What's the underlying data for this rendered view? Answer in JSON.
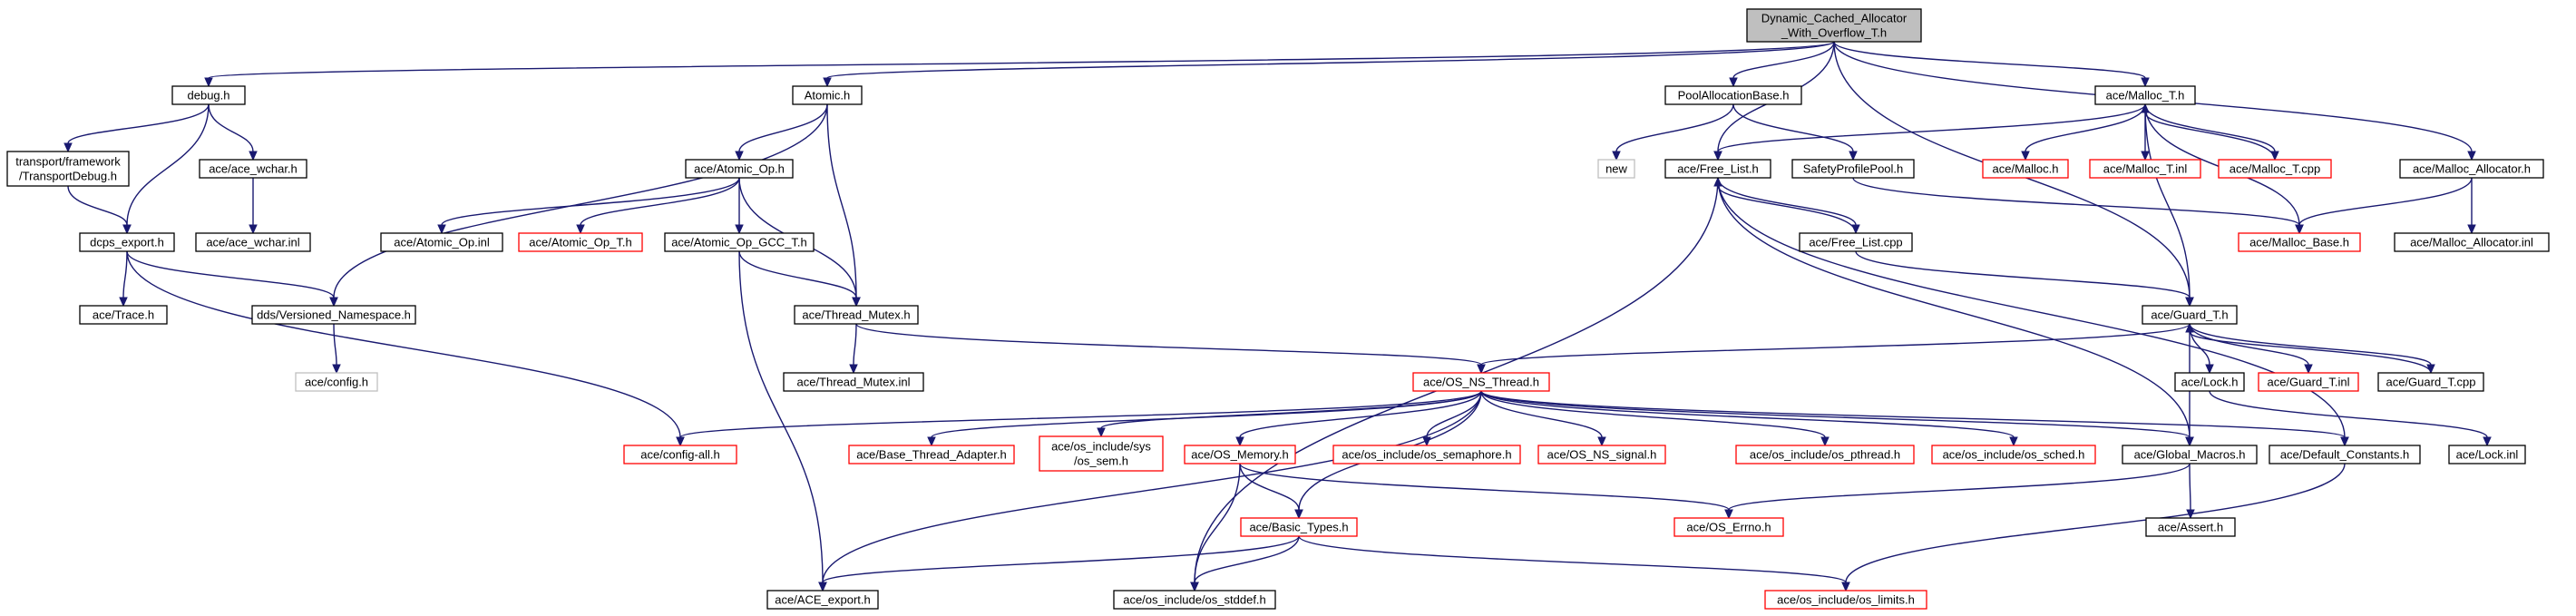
{
  "colors": {
    "edge": "#191970",
    "root_fill": "#bfbfbf",
    "node_fill": "#ffffff",
    "border_normal": "#000000",
    "border_truncated": "#ff0000",
    "border_external": "#bfbfbf"
  },
  "nodes": [
    {
      "id": "root",
      "lines": [
        "Dynamic_Cached_Allocator",
        "_With_Overflow_T.h"
      ],
      "style": "root"
    },
    {
      "id": "debug_h",
      "lines": [
        "debug.h"
      ],
      "style": "normal"
    },
    {
      "id": "atomic_h",
      "lines": [
        "Atomic.h"
      ],
      "style": "normal"
    },
    {
      "id": "poolalloc",
      "lines": [
        "PoolAllocationBase.h"
      ],
      "style": "normal"
    },
    {
      "id": "malloc_t_h",
      "lines": [
        "ace/Malloc_T.h"
      ],
      "style": "normal"
    },
    {
      "id": "transport_debug",
      "lines": [
        "transport/framework",
        "/TransportDebug.h"
      ],
      "style": "normal"
    },
    {
      "id": "ace_wchar_h",
      "lines": [
        "ace/ace_wchar.h"
      ],
      "style": "normal"
    },
    {
      "id": "atomic_op_h",
      "lines": [
        "ace/Atomic_Op.h"
      ],
      "style": "normal"
    },
    {
      "id": "new",
      "lines": [
        "new"
      ],
      "style": "external"
    },
    {
      "id": "free_list_h",
      "lines": [
        "ace/Free_List.h"
      ],
      "style": "normal"
    },
    {
      "id": "safety_pool",
      "lines": [
        "SafetyProfilePool.h"
      ],
      "style": "normal"
    },
    {
      "id": "malloc_h",
      "lines": [
        "ace/Malloc.h"
      ],
      "style": "truncated"
    },
    {
      "id": "malloc_t_inl",
      "lines": [
        "ace/Malloc_T.inl"
      ],
      "style": "truncated"
    },
    {
      "id": "malloc_t_cpp",
      "lines": [
        "ace/Malloc_T.cpp"
      ],
      "style": "truncated"
    },
    {
      "id": "malloc_allocator_h",
      "lines": [
        "ace/Malloc_Allocator.h"
      ],
      "style": "normal"
    },
    {
      "id": "ace_wchar_inl",
      "lines": [
        "ace/ace_wchar.inl"
      ],
      "style": "normal"
    },
    {
      "id": "dcps_export",
      "lines": [
        "dcps_export.h"
      ],
      "style": "normal"
    },
    {
      "id": "atomic_op_inl",
      "lines": [
        "ace/Atomic_Op.inl"
      ],
      "style": "normal"
    },
    {
      "id": "atomic_op_t_h",
      "lines": [
        "ace/Atomic_Op_T.h"
      ],
      "style": "truncated"
    },
    {
      "id": "atomic_op_gcc",
      "lines": [
        "ace/Atomic_Op_GCC_T.h"
      ],
      "style": "normal"
    },
    {
      "id": "free_list_cpp",
      "lines": [
        "ace/Free_List.cpp"
      ],
      "style": "normal"
    },
    {
      "id": "malloc_base",
      "lines": [
        "ace/Malloc_Base.h"
      ],
      "style": "truncated"
    },
    {
      "id": "malloc_allocator_inl",
      "lines": [
        "ace/Malloc_Allocator.inl"
      ],
      "style": "normal"
    },
    {
      "id": "trace_h",
      "lines": [
        "ace/Trace.h"
      ],
      "style": "normal"
    },
    {
      "id": "versioned_ns",
      "lines": [
        "dds/Versioned_Namespace.h"
      ],
      "style": "normal"
    },
    {
      "id": "thread_mutex_h",
      "lines": [
        "ace/Thread_Mutex.h"
      ],
      "style": "normal"
    },
    {
      "id": "guard_t_h",
      "lines": [
        "ace/Guard_T.h"
      ],
      "style": "normal"
    },
    {
      "id": "ace_config",
      "lines": [
        "ace/config.h"
      ],
      "style": "external"
    },
    {
      "id": "thread_mutex_inl",
      "lines": [
        "ace/Thread_Mutex.inl"
      ],
      "style": "normal"
    },
    {
      "id": "os_ns_thread",
      "lines": [
        "ace/OS_NS_Thread.h"
      ],
      "style": "truncated"
    },
    {
      "id": "lock_h",
      "lines": [
        "ace/Lock.h"
      ],
      "style": "normal"
    },
    {
      "id": "guard_t_inl",
      "lines": [
        "ace/Guard_T.inl"
      ],
      "style": "truncated"
    },
    {
      "id": "guard_t_cpp",
      "lines": [
        "ace/Guard_T.cpp"
      ],
      "style": "normal"
    },
    {
      "id": "lock_inl",
      "lines": [
        "ace/Lock.inl"
      ],
      "style": "normal"
    },
    {
      "id": "config_all",
      "lines": [
        "ace/config-all.h"
      ],
      "style": "truncated"
    },
    {
      "id": "base_thread_adapter",
      "lines": [
        "ace/Base_Thread_Adapter.h"
      ],
      "style": "truncated"
    },
    {
      "id": "os_sem",
      "lines": [
        "ace/os_include/sys",
        "/os_sem.h"
      ],
      "style": "truncated"
    },
    {
      "id": "os_memory",
      "lines": [
        "ace/OS_Memory.h"
      ],
      "style": "truncated"
    },
    {
      "id": "os_semaphore",
      "lines": [
        "ace/os_include/os_semaphore.h"
      ],
      "style": "truncated"
    },
    {
      "id": "os_ns_signal",
      "lines": [
        "ace/OS_NS_signal.h"
      ],
      "style": "truncated"
    },
    {
      "id": "os_pthread",
      "lines": [
        "ace/os_include/os_pthread.h"
      ],
      "style": "truncated"
    },
    {
      "id": "os_sched",
      "lines": [
        "ace/os_include/os_sched.h"
      ],
      "style": "truncated"
    },
    {
      "id": "global_macros",
      "lines": [
        "ace/Global_Macros.h"
      ],
      "style": "normal"
    },
    {
      "id": "default_constants",
      "lines": [
        "ace/Default_Constants.h"
      ],
      "style": "normal"
    },
    {
      "id": "basic_types",
      "lines": [
        "ace/Basic_Types.h"
      ],
      "style": "truncated"
    },
    {
      "id": "os_errno",
      "lines": [
        "ace/OS_Errno.h"
      ],
      "style": "truncated"
    },
    {
      "id": "ace_assert",
      "lines": [
        "ace/Assert.h"
      ],
      "style": "normal"
    },
    {
      "id": "ace_export",
      "lines": [
        "ace/ACE_export.h"
      ],
      "style": "normal"
    },
    {
      "id": "os_stddef",
      "lines": [
        "ace/os_include/os_stddef.h"
      ],
      "style": "normal"
    },
    {
      "id": "os_limits",
      "lines": [
        "ace/os_include/os_limits.h"
      ],
      "style": "truncated"
    }
  ],
  "edges": [
    [
      "root",
      "debug_h"
    ],
    [
      "root",
      "atomic_h"
    ],
    [
      "root",
      "poolalloc"
    ],
    [
      "root",
      "malloc_t_h"
    ],
    [
      "root",
      "free_list_h"
    ],
    [
      "root",
      "malloc_allocator_h"
    ],
    [
      "root",
      "guard_t_h"
    ],
    [
      "debug_h",
      "transport_debug"
    ],
    [
      "debug_h",
      "ace_wchar_h"
    ],
    [
      "debug_h",
      "dcps_export"
    ],
    [
      "transport_debug",
      "dcps_export"
    ],
    [
      "ace_wchar_h",
      "ace_wchar_inl"
    ],
    [
      "dcps_export",
      "trace_h"
    ],
    [
      "dcps_export",
      "versioned_ns"
    ],
    [
      "dcps_export",
      "config_all"
    ],
    [
      "versioned_ns",
      "ace_config"
    ],
    [
      "atomic_h",
      "versioned_ns"
    ],
    [
      "atomic_h",
      "atomic_op_h"
    ],
    [
      "atomic_h",
      "thread_mutex_h"
    ],
    [
      "atomic_op_h",
      "atomic_op_inl"
    ],
    [
      "atomic_op_h",
      "atomic_op_t_h"
    ],
    [
      "atomic_op_h",
      "atomic_op_gcc"
    ],
    [
      "atomic_op_h",
      "thread_mutex_h"
    ],
    [
      "atomic_op_gcc",
      "thread_mutex_h"
    ],
    [
      "atomic_op_gcc",
      "ace_export"
    ],
    [
      "thread_mutex_h",
      "thread_mutex_inl"
    ],
    [
      "thread_mutex_h",
      "os_ns_thread"
    ],
    [
      "poolalloc",
      "new"
    ],
    [
      "poolalloc",
      "safety_pool"
    ],
    [
      "safety_pool",
      "malloc_base"
    ],
    [
      "malloc_t_h",
      "free_list_h"
    ],
    [
      "malloc_t_h",
      "malloc_h"
    ],
    [
      "malloc_t_h",
      "malloc_t_inl"
    ],
    [
      "malloc_t_h",
      "malloc_t_cpp"
    ],
    [
      "malloc_t_h",
      "malloc_base"
    ],
    [
      "malloc_t_h",
      "guard_t_h"
    ],
    [
      "malloc_t_cpp",
      "malloc_t_h"
    ],
    [
      "malloc_allocator_h",
      "malloc_base"
    ],
    [
      "malloc_allocator_h",
      "malloc_allocator_inl"
    ],
    [
      "free_list_h",
      "free_list_cpp"
    ],
    [
      "free_list_cpp",
      "free_list_h"
    ],
    [
      "free_list_cpp",
      "guard_t_h"
    ],
    [
      "free_list_h",
      "global_macros"
    ],
    [
      "free_list_h",
      "default_constants"
    ],
    [
      "free_list_h",
      "os_stddef"
    ],
    [
      "guard_t_h",
      "lock_h"
    ],
    [
      "guard_t_h",
      "guard_t_inl"
    ],
    [
      "guard_t_h",
      "guard_t_cpp"
    ],
    [
      "guard_t_cpp",
      "guard_t_h"
    ],
    [
      "guard_t_h",
      "global_macros"
    ],
    [
      "guard_t_h",
      "os_ns_thread"
    ],
    [
      "lock_h",
      "lock_inl"
    ],
    [
      "os_ns_thread",
      "config_all"
    ],
    [
      "os_ns_thread",
      "base_thread_adapter"
    ],
    [
      "os_ns_thread",
      "os_sem"
    ],
    [
      "os_ns_thread",
      "os_memory"
    ],
    [
      "os_ns_thread",
      "os_semaphore"
    ],
    [
      "os_ns_thread",
      "os_ns_signal"
    ],
    [
      "os_ns_thread",
      "os_pthread"
    ],
    [
      "os_ns_thread",
      "os_sched"
    ],
    [
      "os_ns_thread",
      "global_macros"
    ],
    [
      "os_ns_thread",
      "default_constants"
    ],
    [
      "os_ns_thread",
      "basic_types"
    ],
    [
      "os_ns_thread",
      "ace_export"
    ],
    [
      "os_memory",
      "basic_types"
    ],
    [
      "os_memory",
      "os_errno"
    ],
    [
      "os_memory",
      "os_stddef"
    ],
    [
      "global_macros",
      "os_errno"
    ],
    [
      "global_macros",
      "ace_assert"
    ],
    [
      "default_constants",
      "os_limits"
    ],
    [
      "basic_types",
      "ace_export"
    ],
    [
      "basic_types",
      "os_stddef"
    ],
    [
      "basic_types",
      "os_limits"
    ]
  ]
}
